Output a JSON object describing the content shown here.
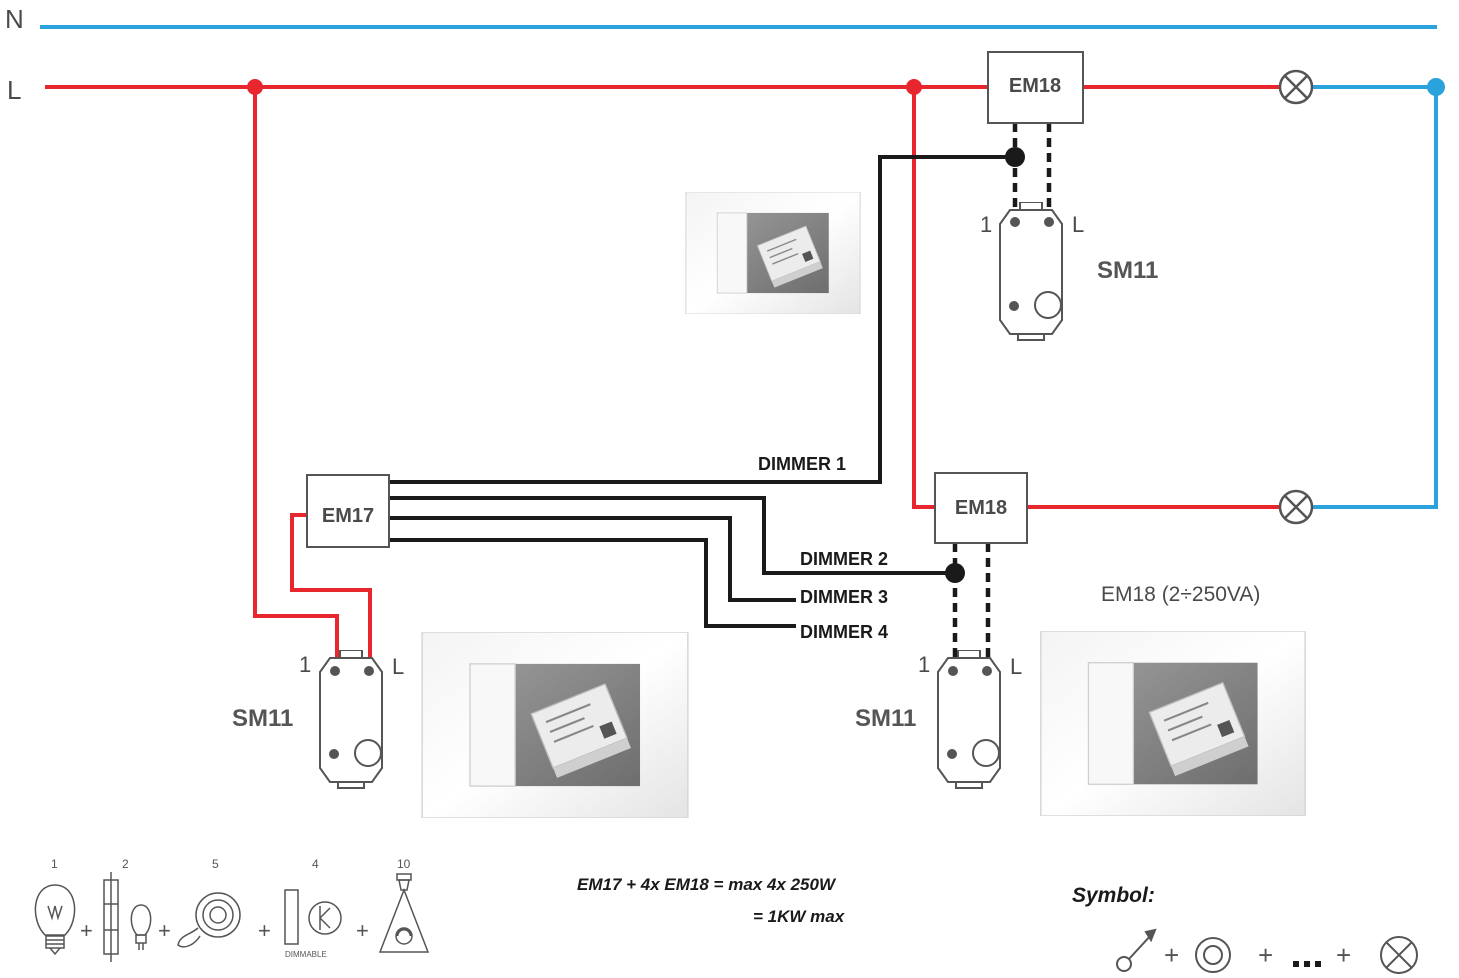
{
  "rails": {
    "neutral": "N",
    "live": "L"
  },
  "colors": {
    "live": "#e8262e",
    "neutral": "#2aa3dd",
    "bus": "#1a1a1a",
    "outline": "#555555"
  },
  "modules": {
    "em18_top": "EM18",
    "em18_mid": "EM18",
    "em17": "EM17"
  },
  "switches": {
    "top": {
      "name": "SM11",
      "pin1": "1",
      "pinL": "L"
    },
    "left": {
      "name": "SM11",
      "pin1": "1",
      "pinL": "L"
    },
    "right": {
      "name": "SM11",
      "pin1": "1",
      "pinL": "L"
    }
  },
  "dimmers": [
    "DIMMER 1",
    "DIMMER 2",
    "DIMMER 3",
    "DIMMER 4"
  ],
  "em18_rating": "EM18 (2÷250VA)",
  "formula": {
    "line1": "EM17 + 4x EM18 = max 4x 250W",
    "line2": "= 1KW max"
  },
  "loads": {
    "numbers": [
      "1",
      "2",
      "5",
      "4",
      "10"
    ],
    "dimmable": "DIMMABLE",
    "icons": [
      "incandescent-bulb-icon",
      "halogen-tube-icon",
      "halogen-lamp-icon",
      "toroidal-transformer-icon",
      "electronic-transformer-icon",
      "led-lamp-icon"
    ]
  },
  "symbol": {
    "title": "Symbol:",
    "icons": [
      "switch-symbol-icon",
      "button-symbol-icon",
      "ellipsis-icon",
      "lamp-symbol-icon"
    ]
  }
}
